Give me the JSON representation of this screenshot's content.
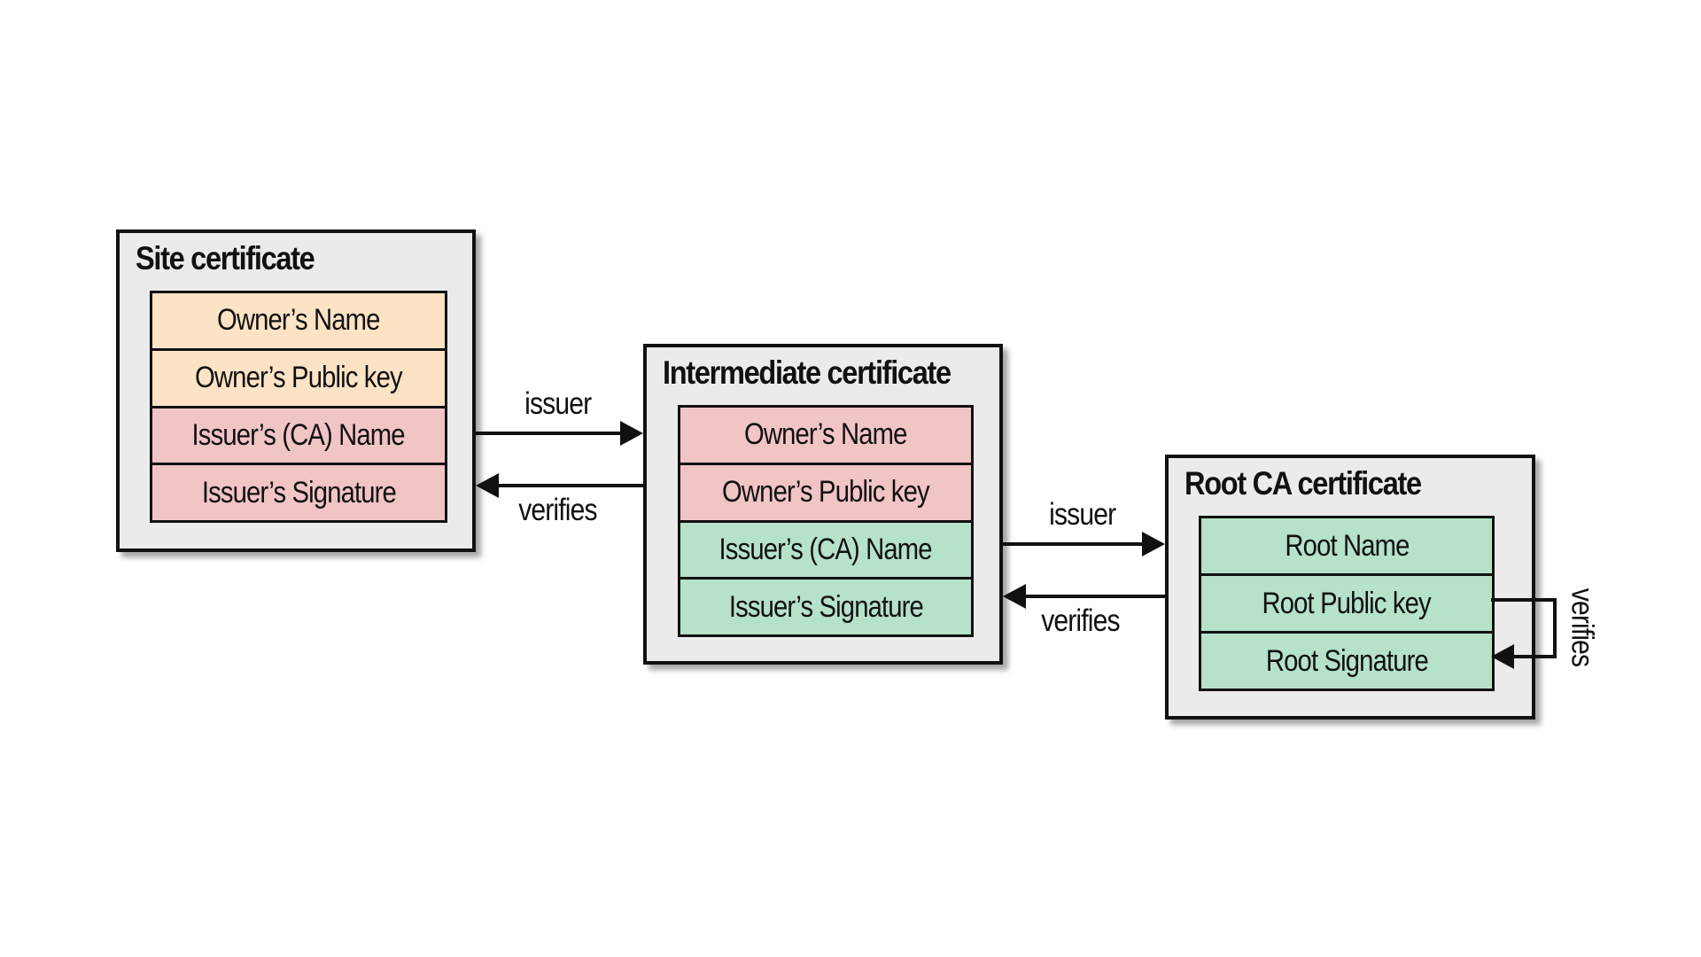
{
  "colors": {
    "owner_site": "#fde3c5",
    "issuer_site": "#f1c4c6",
    "owner_intermediate": "#f1c4c6",
    "issuer_intermediate": "#b5e2c9",
    "root": "#b5e2c9",
    "box_bg": "#ebebeb",
    "stroke": "#111111"
  },
  "site": {
    "title": "Site certificate",
    "fields": [
      "Owner’s Name",
      "Owner’s Public key",
      "Issuer’s (CA) Name",
      "Issuer’s Signature"
    ]
  },
  "intermediate": {
    "title": "Intermediate certificate",
    "fields": [
      "Owner’s Name",
      "Owner’s Public key",
      "Issuer’s (CA) Name",
      "Issuer’s Signature"
    ]
  },
  "root": {
    "title": "Root CA certificate",
    "fields": [
      "Root Name",
      "Root Public key",
      "Root Signature"
    ]
  },
  "arrows": {
    "issuer_label": "issuer",
    "verifies_label": "verifies"
  }
}
